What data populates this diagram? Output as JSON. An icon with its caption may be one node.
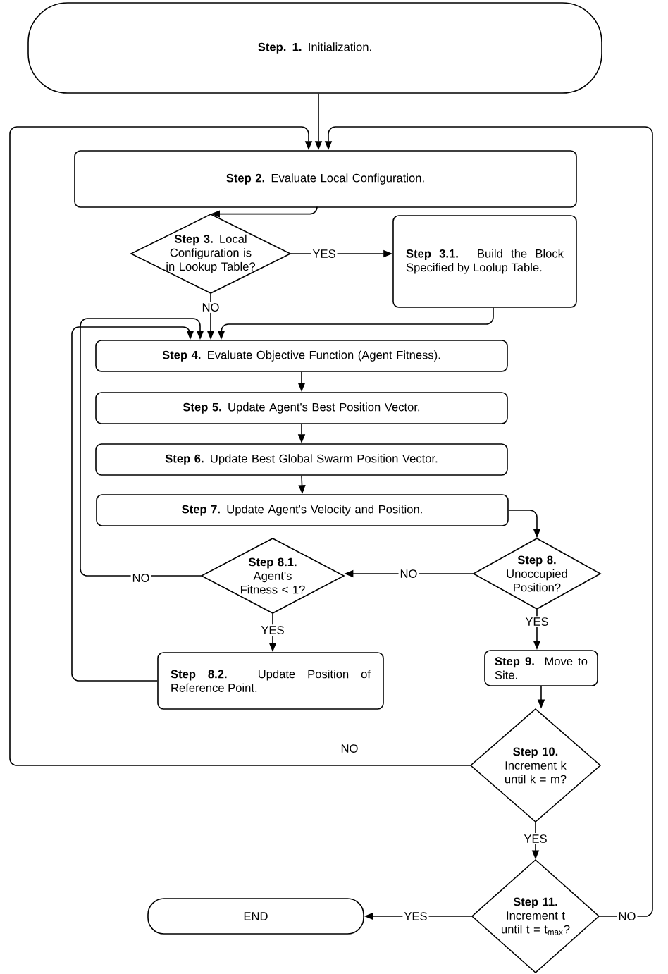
{
  "diagram": {
    "nodes": [
      {
        "text": [
          "**Step. 1.** Initialization."
        ]
      },
      {
        "text": [
          "**Step 2.** Evaluate Local Configuration."
        ]
      },
      {
        "text": [
          "**Step 3.** Local Configuration is in Lookup Table?"
        ]
      },
      {
        "text": [
          "**Step 3.1.** Build the Block Specified by Loolup Table."
        ]
      },
      {
        "text": [
          "**Step 4.** Evaluate Objective Function (Agent Fitness)."
        ]
      },
      {
        "text": [
          "**Step 5.** Update Agent's Best Position Vector."
        ]
      },
      {
        "text": [
          "**Step 6.** Update Best Global Swarm Position Vector."
        ]
      },
      {
        "text": [
          "**Step 7.** Update Agent's Velocity and Position."
        ]
      },
      {
        "text": [
          "**Step 8.** Unoccupied Position?"
        ]
      },
      {
        "text": [
          "**Step 8.1.** Agent's Fitness < 1?"
        ]
      },
      {
        "text": [
          "**Step 8.2.** Update Position of Reference Point."
        ]
      },
      {
        "text": [
          "**Step 9.** Move to Site."
        ]
      },
      {
        "text": [
          "**Step 10.** Increment k until k = m?"
        ]
      },
      {
        "text": [
          "**Step 11.** Increment t until t = t$_{max}$?"
        ]
      },
      {
        "text": [
          "END"
        ]
      }
    ],
    "edges": [
      {
        "from": 0,
        "to": 1,
        "arrow": "to"
      },
      {
        "from": 1,
        "to": 2,
        "arrow": "to"
      },
      {
        "from": 2,
        "to": 3,
        "arrow": "to",
        "label": "YES"
      },
      {
        "from": 2,
        "to": 4,
        "arrow": "to",
        "label": "NO"
      },
      {
        "from": 3,
        "to": 4,
        "arrow": "to"
      },
      {
        "from": 4,
        "to": 5,
        "arrow": "to"
      },
      {
        "from": 5,
        "to": 6,
        "arrow": "to"
      },
      {
        "from": 6,
        "to": 7,
        "arrow": "to"
      },
      {
        "from": 7,
        "to": 8,
        "arrow": "to"
      },
      {
        "from": 8,
        "to": 9,
        "arrow": "to",
        "label": "NO"
      },
      {
        "from": 9,
        "to": 10,
        "arrow": "to",
        "label": "YES"
      },
      {
        "from": 9,
        "to": 4,
        "arrow": "to",
        "label": "NO"
      },
      {
        "from": 10,
        "to": 4,
        "arrow": "to"
      },
      {
        "from": 8,
        "to": 11,
        "arrow": "to",
        "label": "YES"
      },
      {
        "from": 11,
        "to": 12,
        "arrow": "to"
      },
      {
        "from": 12,
        "to": 1,
        "arrow": "to",
        "label": "NO"
      },
      {
        "from": 12,
        "to": 13,
        "arrow": "to",
        "label": "YES"
      },
      {
        "from": 13,
        "to": 14,
        "arrow": "to",
        "label": "YES"
      },
      {
        "from": 13,
        "to": 1,
        "arrow": "to",
        "label": "NO"
      }
    ]
  }
}
